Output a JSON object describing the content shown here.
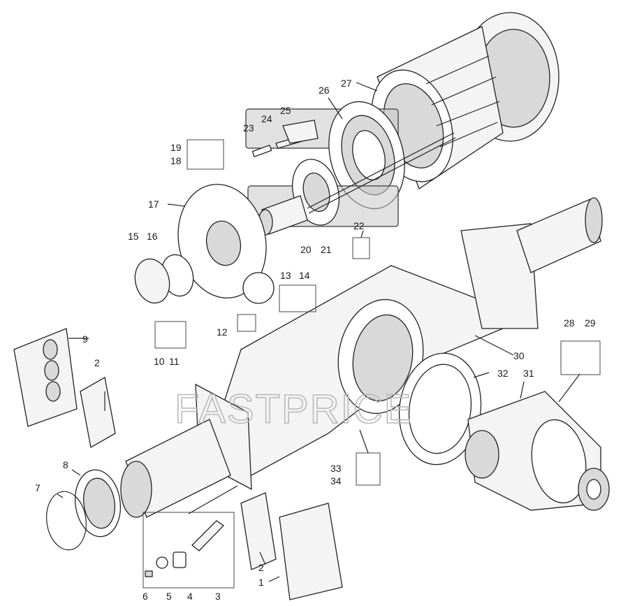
{
  "watermark": "FASTPRICE",
  "callouts": [
    "1",
    "2",
    "3",
    "4",
    "5",
    "6",
    "7",
    "8",
    "9",
    "10",
    "11",
    "12",
    "13",
    "14",
    "15",
    "16",
    "17",
    "18",
    "19",
    "20",
    "21",
    "22",
    "23",
    "24",
    "25",
    "26",
    "27",
    "28",
    "29",
    "30",
    "31",
    "32",
    "33",
    "34"
  ],
  "second_callouts": {
    "two": "2"
  }
}
